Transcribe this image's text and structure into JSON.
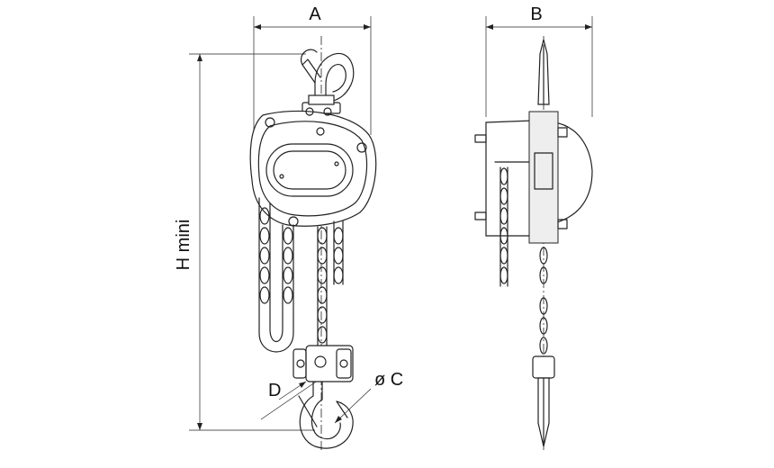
{
  "labels": {
    "a": "A",
    "b": "B",
    "h": "H mini",
    "c": "ø C",
    "d": "D"
  },
  "colors": {
    "line": "#222222",
    "background": "#ffffff"
  }
}
